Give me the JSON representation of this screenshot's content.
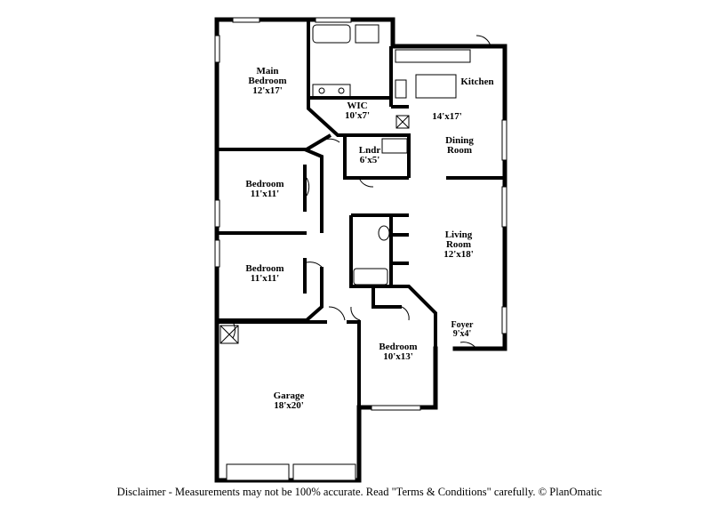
{
  "rooms": {
    "main_bedroom": {
      "name": "Main\nBedroom",
      "dims": "12'x17'"
    },
    "wic": {
      "name": "WIC",
      "dims": "10'x7'"
    },
    "kitchen": {
      "name": "Kitchen"
    },
    "kitchen_dims": {
      "dims": "14'x17'"
    },
    "dining": {
      "name": "Dining\nRoom"
    },
    "laundry": {
      "name": "Lndr",
      "dims": "6'x5'"
    },
    "bedroom_2": {
      "name": "Bedroom",
      "dims": "11'x11'"
    },
    "bedroom_3": {
      "name": "Bedroom",
      "dims": "11'x11'"
    },
    "living": {
      "name": "Living\nRoom",
      "dims": "12'x18'"
    },
    "foyer": {
      "name": "Foyer",
      "dims": "9'x4'"
    },
    "bedroom_4": {
      "name": "Bedroom",
      "dims": "10'x13'"
    },
    "garage": {
      "name": "Garage",
      "dims": "18'x20'"
    }
  },
  "disclaimer": "Disclaimer - Measurements may not be 100% accurate. Read \"Terms & Conditions\" carefully. © PlanOmatic"
}
